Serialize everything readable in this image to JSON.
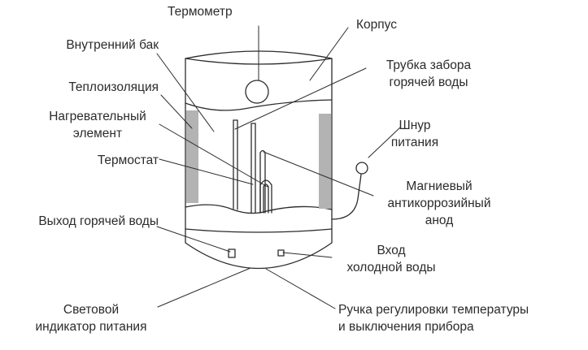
{
  "labels": {
    "thermometer": "Термометр",
    "body": "Корпус",
    "inner_tank": "Внутренний бак",
    "hot_pipe_line1": "Трубка забора",
    "hot_pipe_line2": "горячей воды",
    "insulation": "Теплоизоляция",
    "heater_line1": "Нагревательный",
    "heater_line2": "элемент",
    "cord_line1": "Шнур",
    "cord_line2": "питания",
    "thermostat": "Термостат",
    "anode_line1": "Магниевый",
    "anode_line2": "антикоррозийный",
    "anode_line3": "анод",
    "hot_outlet": "Выход горячей воды",
    "cold_inlet_line1": "Вход",
    "cold_inlet_line2": "холодной воды",
    "indicator_line1": "Световой",
    "indicator_line2": "индикатор питания",
    "knob_line1": "Ручка регулировки температуры",
    "knob_line2": "и выключения прибора"
  },
  "colors": {
    "stroke": "#2b2b2b",
    "insulation_fill": "#b3b3b3",
    "background": "#ffffff"
  }
}
